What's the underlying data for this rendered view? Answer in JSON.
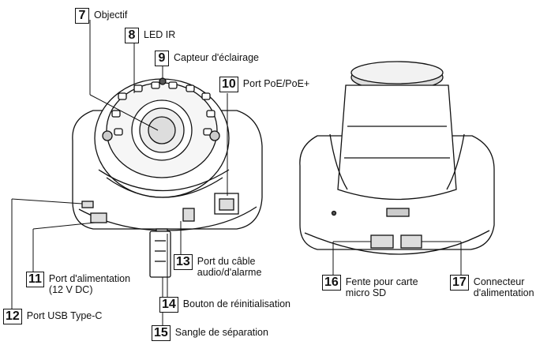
{
  "callouts": [
    {
      "num": "7",
      "label": "Objectif"
    },
    {
      "num": "8",
      "label": "LED IR"
    },
    {
      "num": "9",
      "label": "Capteur d'éclairage"
    },
    {
      "num": "10",
      "label": "Port PoE/PoE+"
    },
    {
      "num": "11",
      "label": "Port d'alimentation\n(12 V DC)"
    },
    {
      "num": "12",
      "label": "Port USB Type-C"
    },
    {
      "num": "13",
      "label": "Port du câble\naudio/d'alarme"
    },
    {
      "num": "14",
      "label": "Bouton de réinitialisation"
    },
    {
      "num": "15",
      "label": "Sangle de séparation"
    },
    {
      "num": "16",
      "label": "Fente pour carte\nmicro SD"
    },
    {
      "num": "17",
      "label": "Connecteur\nd'alimentation"
    }
  ],
  "colors": {
    "line": "#111111",
    "body": "#ffffff",
    "shade": "#e6e6e6",
    "dark": "#555555"
  }
}
